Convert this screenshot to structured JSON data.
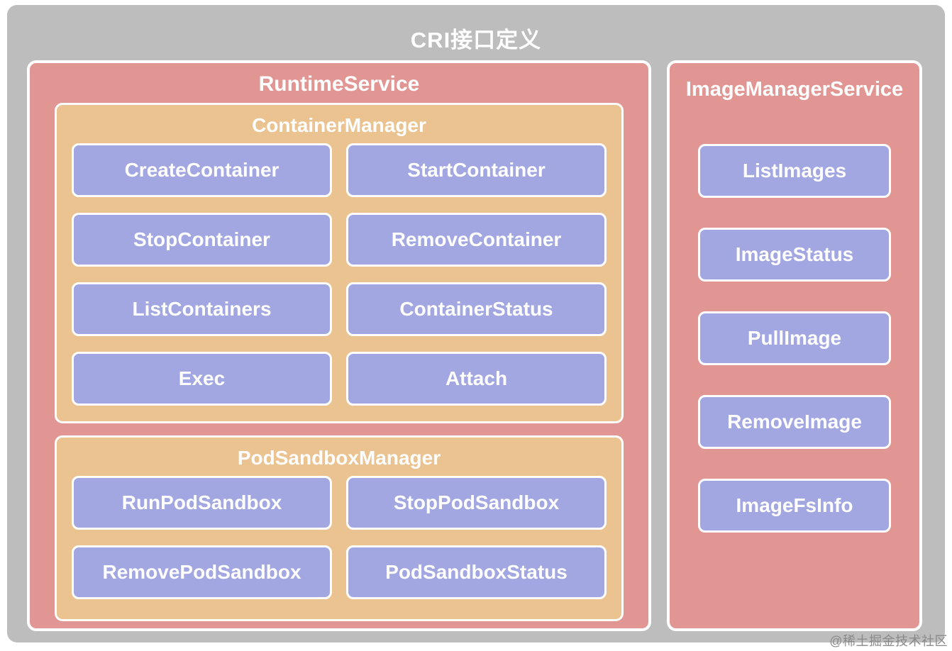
{
  "title": "CRI接口定义",
  "watermark": "@稀土掘金技术社区",
  "colors": {
    "panel_bg": "#bdbdbd",
    "service_bg": "#e29693",
    "manager_bg": "#eac391",
    "method_bg": "#a2a7e2",
    "border": "#ffffff",
    "label_text": "#ffffff",
    "watermark_text": "#8a8a8a"
  },
  "runtime_service": {
    "label": "RuntimeService",
    "container_manager": {
      "label": "ContainerManager",
      "methods": [
        "CreateContainer",
        "StartContainer",
        "StopContainer",
        "RemoveContainer",
        "ListContainers",
        "ContainerStatus",
        "Exec",
        "Attach"
      ]
    },
    "pod_sandbox_manager": {
      "label": "PodSandboxManager",
      "methods": [
        "RunPodSandbox",
        "StopPodSandbox",
        "RemovePodSandbox",
        "PodSandboxStatus"
      ]
    }
  },
  "image_manager_service": {
    "label": "ImageManagerService",
    "methods": [
      "ListImages",
      "ImageStatus",
      "PullImage",
      "RemoveImage",
      "ImageFsInfo"
    ]
  }
}
